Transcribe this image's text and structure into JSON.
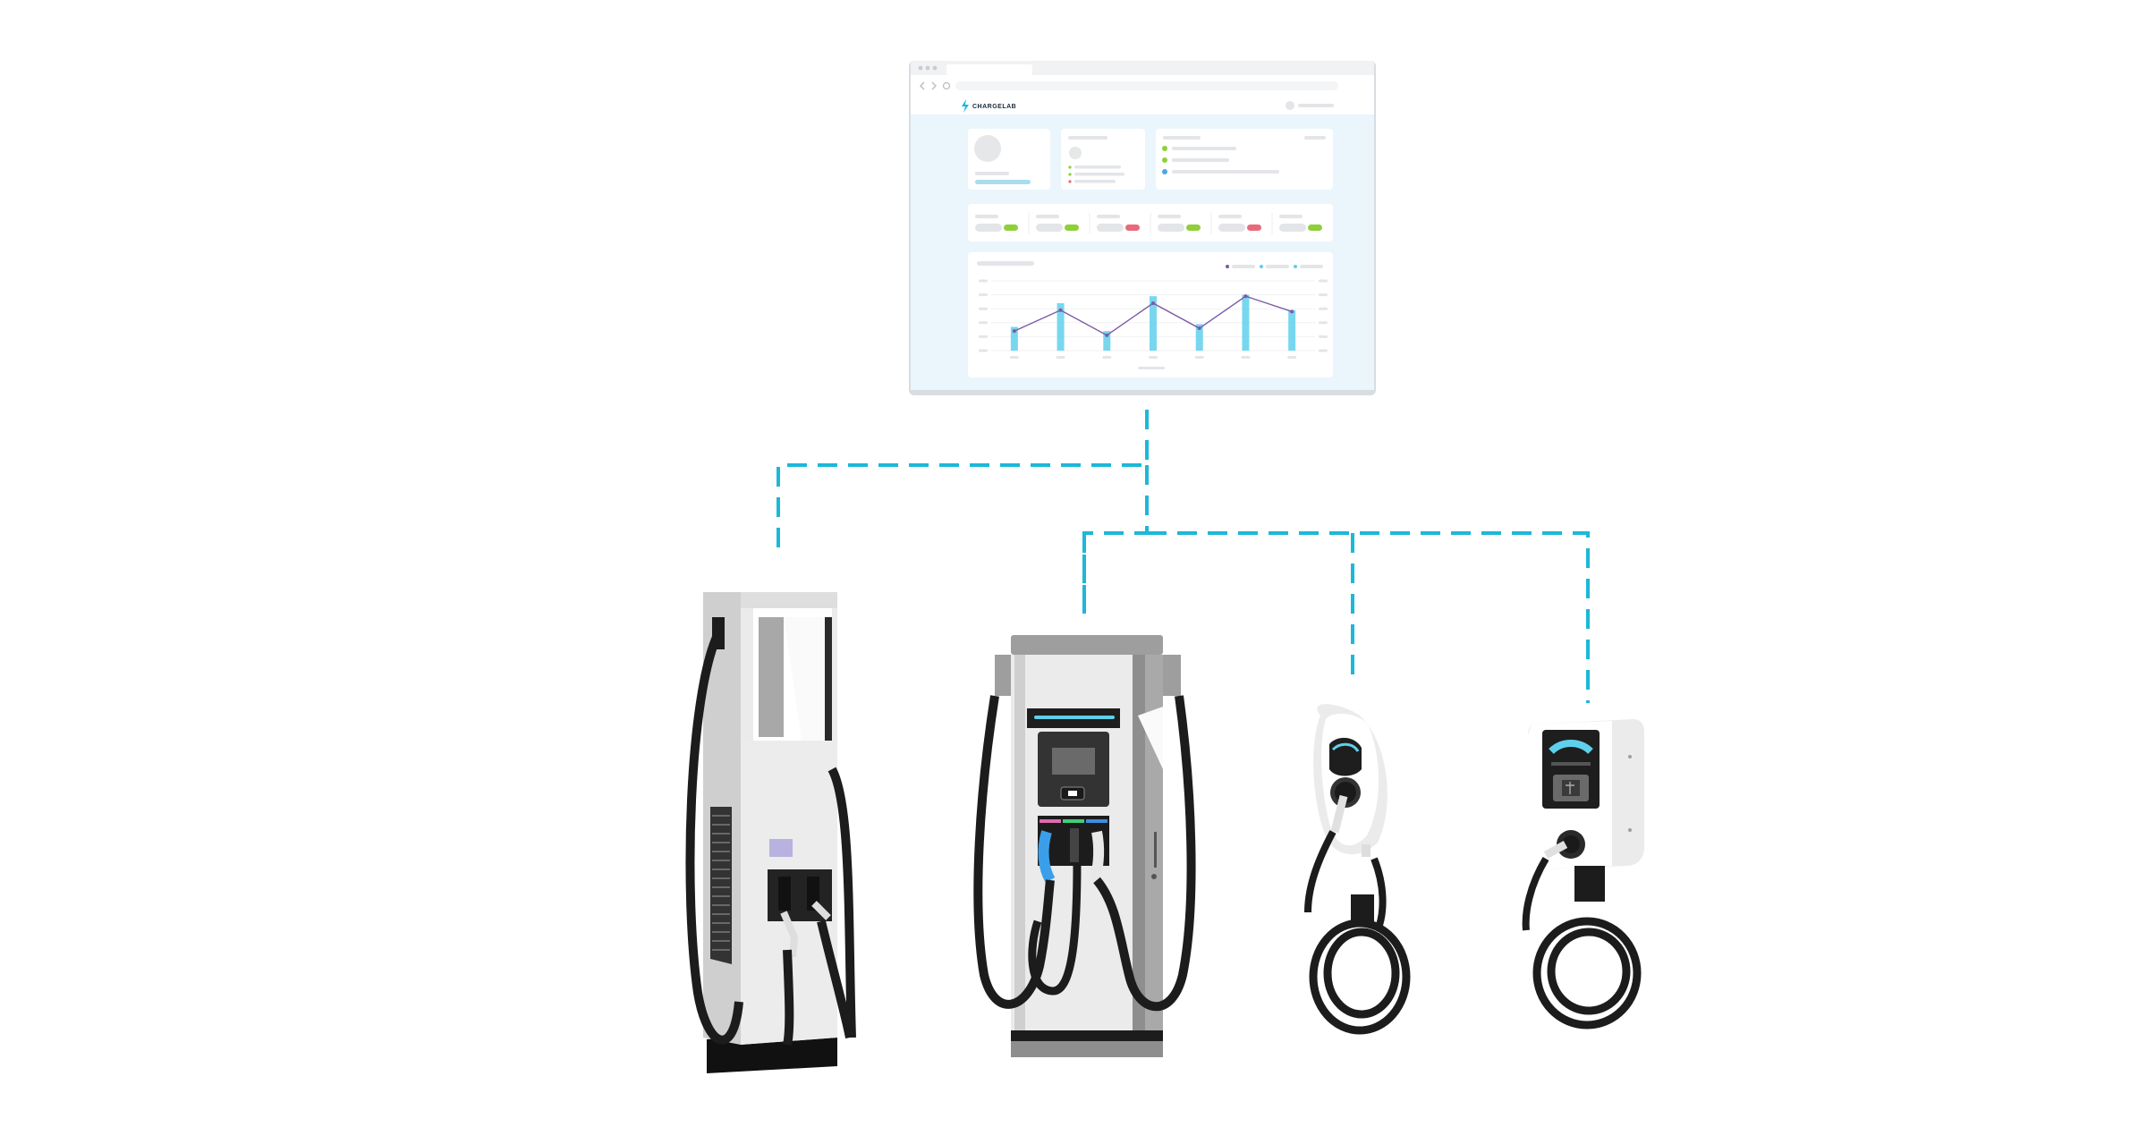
{
  "app": {
    "brand_name": "CHARGELAB",
    "brand_color": "#1a8fd6"
  },
  "colors": {
    "connection_line": "#1cb8d8",
    "dashboard_bg": "#eaf6fc",
    "chart_bar": "#5fd0ec",
    "chart_line": "#7b5aa6",
    "status_green": "#8fcf3a",
    "status_red": "#e86a7a",
    "status_blue": "#4aa8e0",
    "charger_body": "#ebebeb",
    "cable": "#1c1c1c"
  },
  "dashboard": {
    "metric_pills": [
      {
        "status": "green"
      },
      {
        "status": "green"
      },
      {
        "status": "red"
      },
      {
        "status": "green"
      },
      {
        "status": "red"
      },
      {
        "status": "green"
      }
    ],
    "status_list": [
      "green",
      "green",
      "blue"
    ],
    "legend_dots": [
      "purple",
      "teal",
      "teal"
    ]
  },
  "chart_data": {
    "type": "bar",
    "title": "",
    "xlabel": "",
    "ylabel": "",
    "categories": [
      "",
      "",
      "",
      "",
      "",
      "",
      ""
    ],
    "ylim": [
      0,
      100
    ],
    "series": [
      {
        "type": "bar",
        "values": [
          34,
          68,
          28,
          78,
          38,
          80,
          58
        ]
      },
      {
        "type": "line",
        "values": [
          28,
          58,
          22,
          68,
          32,
          78,
          56
        ]
      }
    ],
    "grid": true
  },
  "chargers": [
    {
      "type": "dc-fast-tower"
    },
    {
      "type": "dc-multi-connector"
    },
    {
      "type": "wall-box-round"
    },
    {
      "type": "wall-box-screen"
    }
  ]
}
